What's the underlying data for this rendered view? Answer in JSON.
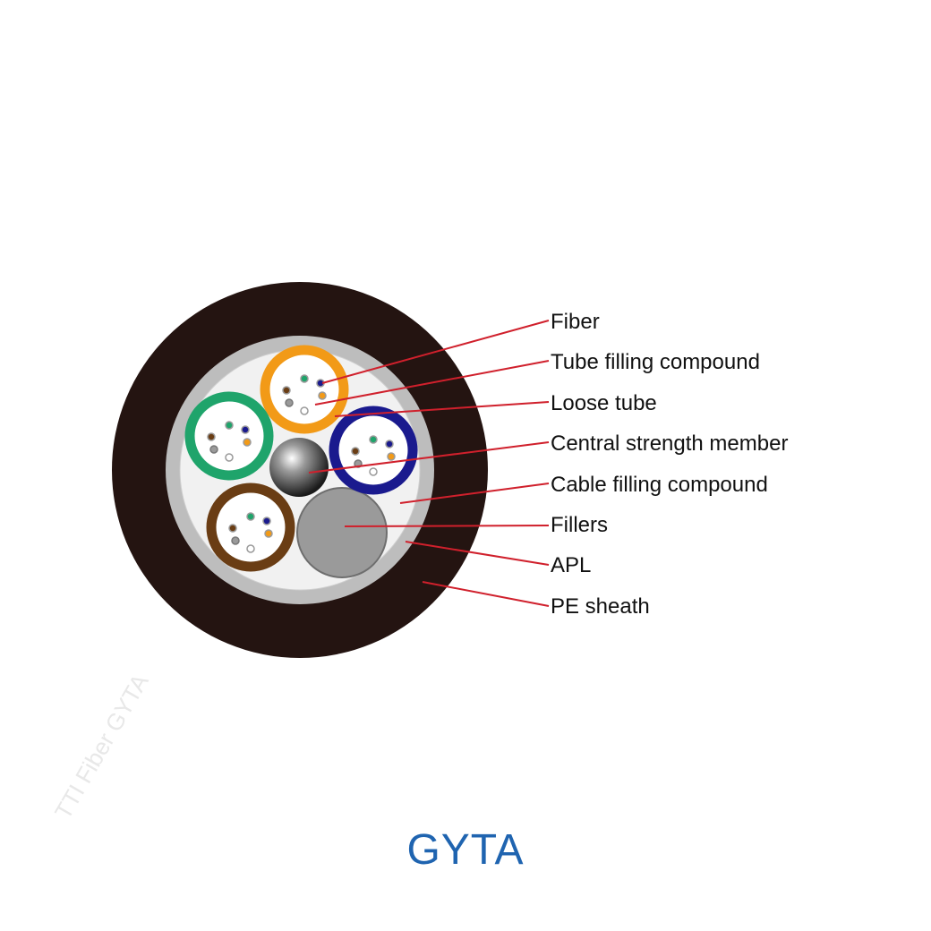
{
  "title": "GYTA",
  "watermark": "TTI Fiber GYTA",
  "labels": [
    "Fiber",
    "Tube filling compound",
    "Loose tube",
    "Central strength member",
    "Cable filling compound",
    "Fillers",
    "APL",
    "PE sheath"
  ],
  "colors": {
    "title": "#1f64b0",
    "leader": "#d0202c",
    "sheath": "#241411",
    "apl": "#bdbdbd",
    "tube_orange": "#f29a17",
    "tube_green": "#1fa46b",
    "tube_blue": "#1a1a8e",
    "tube_brown": "#6a3d14",
    "filler": "#9a9a9a"
  },
  "loose_tubes": [
    "orange",
    "green",
    "blue",
    "brown"
  ]
}
